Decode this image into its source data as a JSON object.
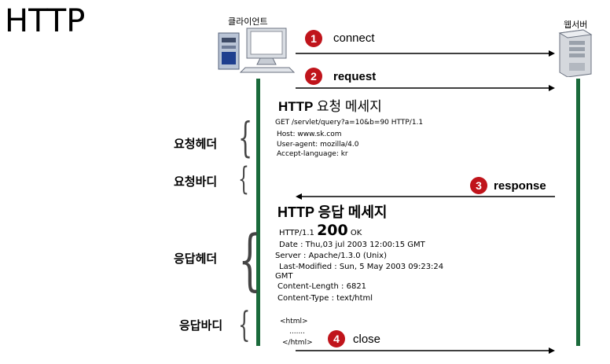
{
  "title": "HTTP",
  "actors": {
    "client": "클라이언트",
    "server": "웹서버"
  },
  "steps": [
    {
      "num": "1",
      "label": "connect"
    },
    {
      "num": "2",
      "label": "request"
    },
    {
      "num": "3",
      "label": "response"
    },
    {
      "num": "4",
      "label": "close"
    }
  ],
  "request": {
    "title_prefix": "HTTP",
    "title_suffix": "요청 메세지",
    "lines": [
      "GET /servlet/query?a=10&b=90 HTTP/1.1",
      "Host:  www.sk.com",
      "User-agent: mozilla/4.0",
      "Accept-language: kr"
    ]
  },
  "response": {
    "title": "HTTP 응답 메세지",
    "status_version": "HTTP/1.1",
    "status_code": "200",
    "status_text": "OK",
    "lines": [
      "Date : Thu,03 jul 2003 12:00:15 GMT",
      "Server : Apache/1.3.0 (Unix)",
      "Last-Modified : Sun, 5 May 2003 09:23:24",
      "GMT",
      "Content-Length : 6821",
      "Content-Type : text/html"
    ],
    "body": [
      "<html>",
      ".......",
      "</html>"
    ]
  },
  "sections": {
    "req_header": "요청헤더",
    "req_body": "요청바디",
    "resp_header": "응답헤더",
    "resp_body": "응답바디"
  },
  "colors": {
    "lifeline": "#1a6a3b",
    "step_badge": "#c0141b"
  }
}
